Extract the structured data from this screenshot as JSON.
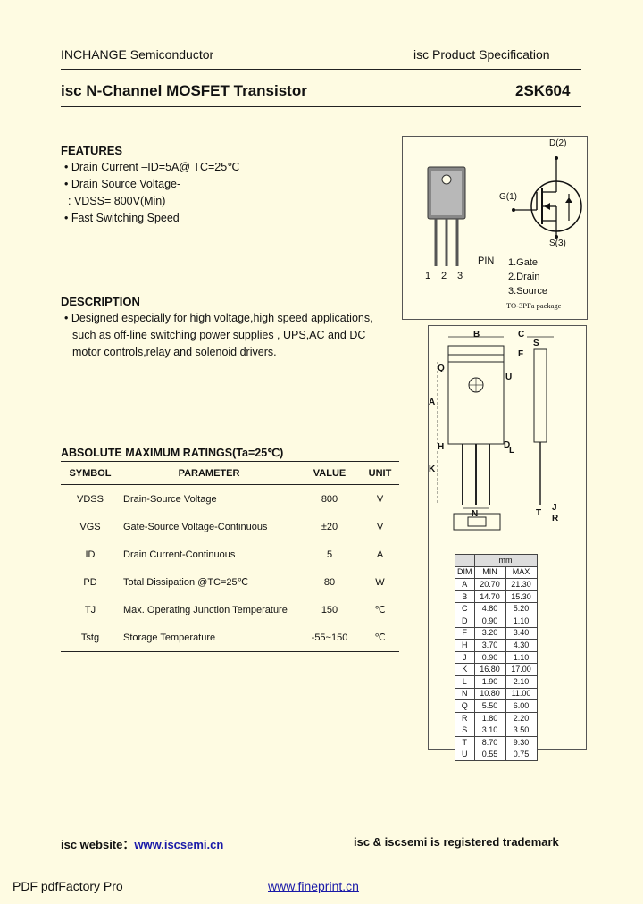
{
  "header": {
    "company": "INCHANGE Semiconductor",
    "spec": "isc Product Specification"
  },
  "title": {
    "left": "isc N-Channel MOSFET Transistor",
    "part": "2SK604"
  },
  "features": {
    "heading": "FEATURES",
    "items": [
      "• Drain Current –ID=5A@ TC=25℃",
      "• Drain Source Voltage-",
      ": VDSS= 800V(Min)",
      "• Fast Switching Speed"
    ]
  },
  "description": {
    "heading": "DESCRIPTION",
    "lines": [
      "• Designed especially for high voltage,high speed applications,",
      "such as off-line switching power supplies , UPS,AC and DC",
      "motor controls,relay and solenoid drivers."
    ]
  },
  "package_box": {
    "pins": [
      "D(2)",
      "G(1)",
      "S(3)"
    ],
    "pin_numbers": [
      "1",
      "2",
      "3"
    ],
    "pin_label": "PIN",
    "pin_list": [
      "1.Gate",
      "2.Drain",
      "3.Source"
    ],
    "package": "TO-3PFa package"
  },
  "ratings": {
    "heading": "ABSOLUTE MAXIMUM RATINGS(Ta=25℃)",
    "columns": [
      "SYMBOL",
      "PARAMETER",
      "VALUE",
      "UNIT"
    ],
    "rows": [
      {
        "symbol": "VDSS",
        "parameter": "Drain-Source Voltage",
        "value": "800",
        "unit": "V"
      },
      {
        "symbol": "VGS",
        "parameter": "Gate-Source Voltage-Continuous",
        "value": "±20",
        "unit": "V"
      },
      {
        "symbol": "ID",
        "parameter": "Drain Current-Continuous",
        "value": "5",
        "unit": "A"
      },
      {
        "symbol": "PD",
        "parameter": "Total Dissipation @TC=25℃",
        "value": "80",
        "unit": "W"
      },
      {
        "symbol": "TJ",
        "parameter": "Max. Operating Junction Temperature",
        "value": "150",
        "unit": "℃"
      },
      {
        "symbol": "Tstg",
        "parameter": "Storage Temperature",
        "value": "-55~150",
        "unit": "℃"
      }
    ]
  },
  "dimensions": {
    "unit": "mm",
    "columns": [
      "DIM",
      "MIN",
      "MAX"
    ],
    "rows": [
      [
        "A",
        "20.70",
        "21.30"
      ],
      [
        "B",
        "14.70",
        "15.30"
      ],
      [
        "C",
        "4.80",
        "5.20"
      ],
      [
        "D",
        "0.90",
        "1.10"
      ],
      [
        "F",
        "3.20",
        "3.40"
      ],
      [
        "H",
        "3.70",
        "4.30"
      ],
      [
        "J",
        "0.90",
        "1.10"
      ],
      [
        "K",
        "16.80",
        "17.00"
      ],
      [
        "L",
        "1.90",
        "2.10"
      ],
      [
        "N",
        "10.80",
        "11.00"
      ],
      [
        "Q",
        "5.50",
        "6.00"
      ],
      [
        "R",
        "1.80",
        "2.20"
      ],
      [
        "S",
        "3.10",
        "3.50"
      ],
      [
        "T",
        "8.70",
        "9.30"
      ],
      [
        "U",
        "0.55",
        "0.75"
      ]
    ],
    "labels": [
      "B",
      "C",
      "S",
      "F",
      "Q",
      "U",
      "A",
      "H",
      "K",
      "D",
      "L",
      "J",
      "R",
      "N",
      "T"
    ]
  },
  "footer": {
    "website_label": "isc website：",
    "website": "www.iscsemi.cn",
    "trademark": "isc & iscsemi is registered trademark",
    "pdf": "PDF  pdfFactory Pro",
    "fineprint": "www.fineprint.cn"
  }
}
